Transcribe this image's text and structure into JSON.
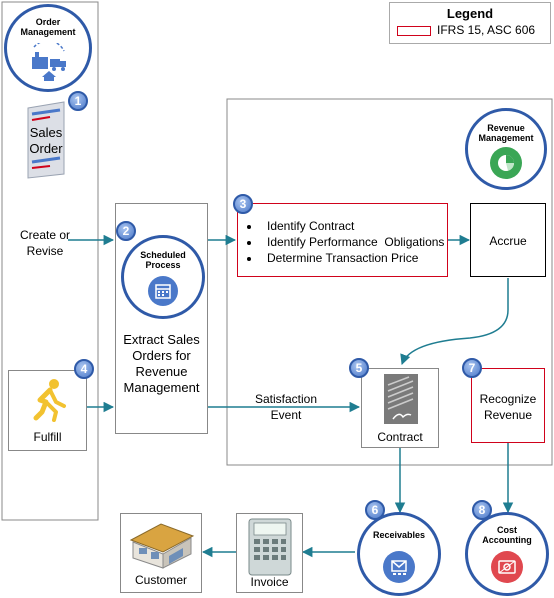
{
  "legend": {
    "title": "Legend",
    "item": "IFRS 15, ASC 606"
  },
  "order_management": {
    "title_line1": "Order",
    "title_line2": "Management"
  },
  "sales_order": {
    "line1": "Sales",
    "line2": "Order"
  },
  "create_or_revise": {
    "line1": "Create or",
    "line2": "Revise"
  },
  "scheduled_process": {
    "title_line1": "Scheduled",
    "title_line2": "Process"
  },
  "extract": {
    "line1": "Extract Sales",
    "line2": "Orders for",
    "line3": "Revenue",
    "line4": "Management"
  },
  "fulfill": {
    "label": "Fulfill"
  },
  "revenue_management": {
    "title_line1": "Revenue",
    "title_line2": "Management"
  },
  "identify_box": {
    "bullets": [
      "Identify Contract",
      "Identify Performance  Obligations",
      "Determine Transaction Price"
    ]
  },
  "accrue": {
    "label": "Accrue"
  },
  "satisfaction_event": {
    "line1": "Satisfaction",
    "line2": "Event"
  },
  "contract": {
    "label": "Contract"
  },
  "recognize": {
    "line1": "Recognize",
    "line2": "Revenue"
  },
  "receivables": {
    "label": "Receivables"
  },
  "cost_accounting": {
    "title_line1": "Cost",
    "title_line2": "Accounting"
  },
  "invoice": {
    "label": "Invoice"
  },
  "customer": {
    "label": "Customer"
  },
  "steps": [
    "1",
    "2",
    "3",
    "4",
    "5",
    "6",
    "7",
    "8"
  ],
  "colors": {
    "connector": "#1f7d91",
    "ifrs_red": "#d0021b",
    "circle_border": "#2f5aa8",
    "green": "#3aa655",
    "pink": "#e0484f"
  }
}
